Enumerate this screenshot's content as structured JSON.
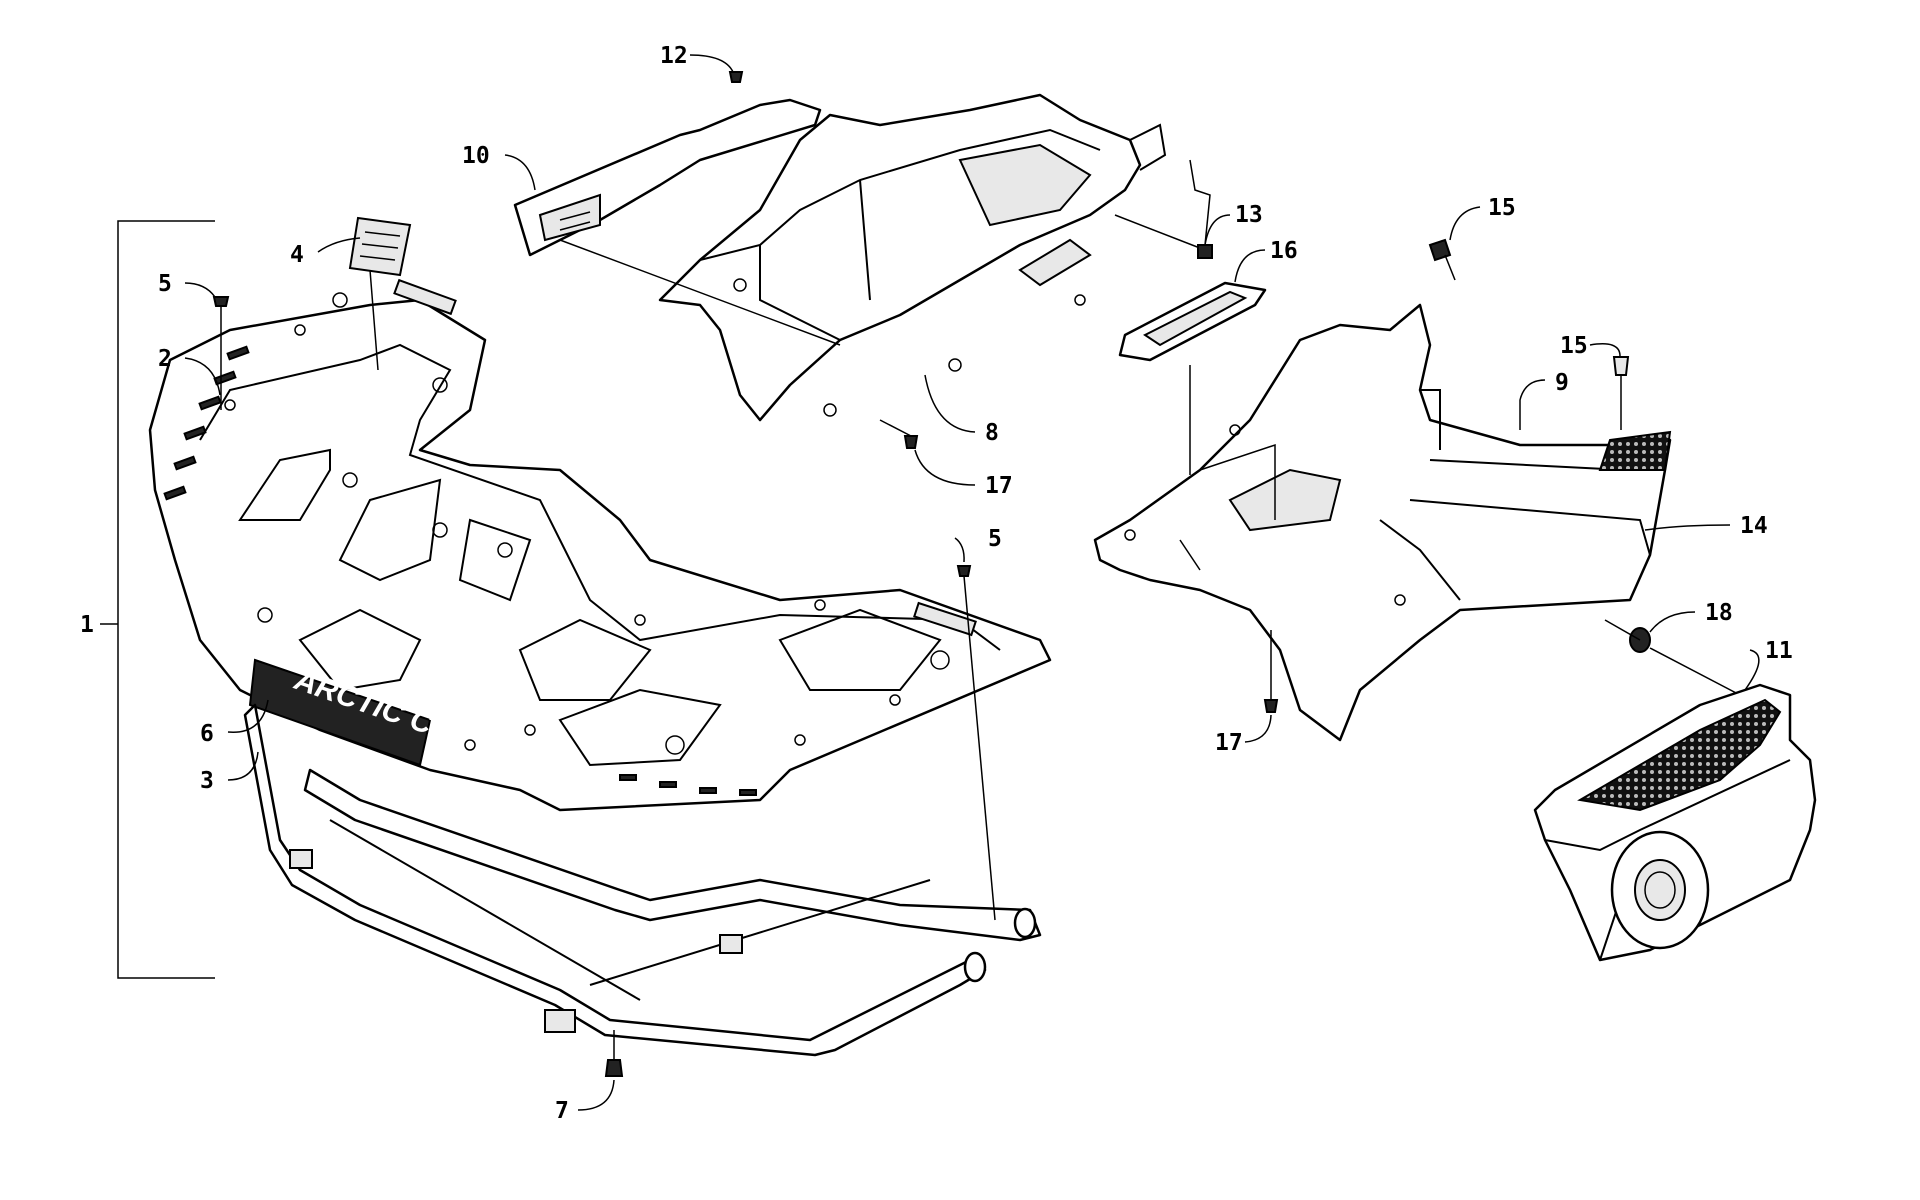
{
  "diagram": {
    "brand_decal_text": "ARCTIC CAT",
    "callouts": [
      {
        "id": "c1",
        "label": "1"
      },
      {
        "id": "c2",
        "label": "2"
      },
      {
        "id": "c3",
        "label": "3"
      },
      {
        "id": "c4",
        "label": "4"
      },
      {
        "id": "c5a",
        "label": "5"
      },
      {
        "id": "c5b",
        "label": "5"
      },
      {
        "id": "c6",
        "label": "6"
      },
      {
        "id": "c7",
        "label": "7"
      },
      {
        "id": "c8",
        "label": "8"
      },
      {
        "id": "c9",
        "label": "9"
      },
      {
        "id": "c10",
        "label": "10"
      },
      {
        "id": "c11",
        "label": "11"
      },
      {
        "id": "c12",
        "label": "12"
      },
      {
        "id": "c13",
        "label": "13"
      },
      {
        "id": "c14",
        "label": "14"
      },
      {
        "id": "c15a",
        "label": "15"
      },
      {
        "id": "c15b",
        "label": "15"
      },
      {
        "id": "c16",
        "label": "16"
      },
      {
        "id": "c17a",
        "label": "17"
      },
      {
        "id": "c17b",
        "label": "17"
      },
      {
        "id": "c18",
        "label": "18"
      }
    ]
  }
}
